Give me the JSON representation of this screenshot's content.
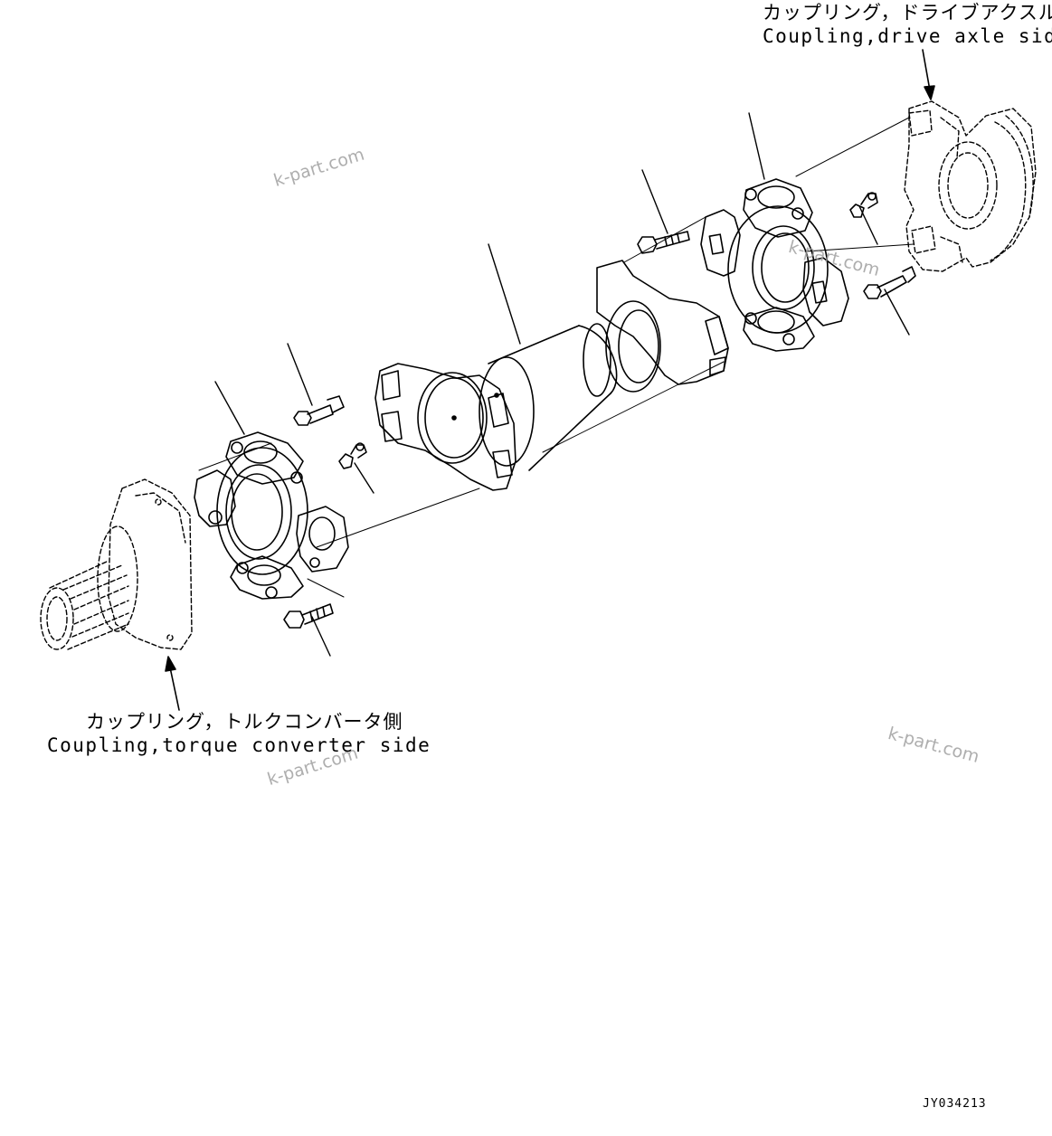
{
  "labels": {
    "drive_axle_side_jp": "カップリング，ドライブアクスル側",
    "drive_axle_side_en": "Coupling,drive axle side",
    "torque_converter_side_jp": "カップリング，トルクコンバータ側",
    "torque_converter_side_en": "Coupling,torque converter side"
  },
  "drawing_code": "JY034213",
  "watermark": "k-part.com",
  "colors": {
    "line": "#000000",
    "watermark": "#9a9a9a",
    "background": "#ffffff"
  }
}
